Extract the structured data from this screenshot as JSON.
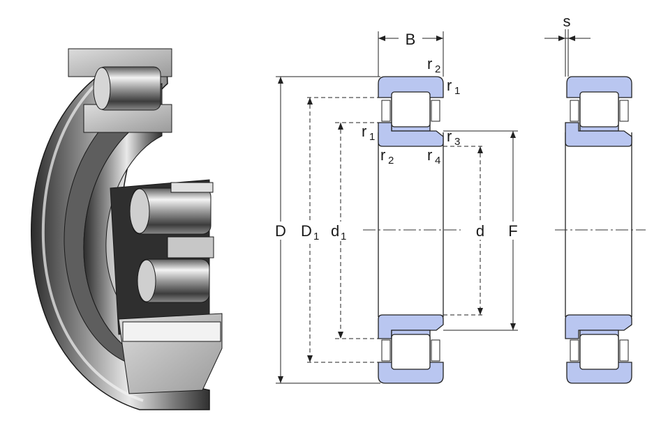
{
  "labels": {
    "width": "B",
    "outer_diameter": "D",
    "shoulder_outer": "D",
    "shoulder_outer_sub": "1",
    "shoulder_inner": "d",
    "shoulder_inner_sub": "1",
    "bore": "d",
    "raceway": "F",
    "axial_displacement": "s",
    "r1a": "r",
    "r1a_sub": "1",
    "r2a": "r",
    "r2a_sub": "2",
    "r1b": "r",
    "r1b_sub": "1",
    "r2b": "r",
    "r2b_sub": "2",
    "r3": "r",
    "r3_sub": "3",
    "r4": "r",
    "r4_sub": "4"
  },
  "colors": {
    "ring_fill": "#b9c6f0",
    "line": "#222222",
    "steel_dark": "#2e2e2e",
    "steel_mid": "#8a8a8a",
    "steel_light": "#e6e6e6"
  },
  "icons": {
    "bearing_render": "cylindrical-roller-bearing-cutaway"
  }
}
